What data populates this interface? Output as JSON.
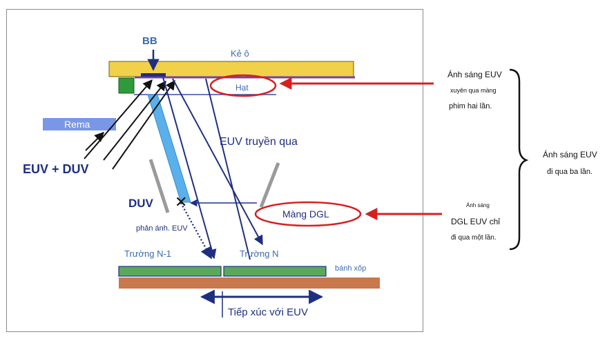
{
  "diagram": {
    "labels": {
      "bb": "BB",
      "ke_o": "Kẻ ô",
      "hat": "Hạt",
      "rema": "Rema",
      "euv_duv": "EUV + DUV",
      "euv_truyen_qua": "EUV truyền qua",
      "duv": "DUV",
      "phan_anh_euv": "phản ánh. EUV",
      "mang_dgl": "Màng DGL",
      "truong_n1": "Trường N-1",
      "truong_n": "Trường N",
      "banh_xop": "bánh xốp",
      "tiep_xuc": "Tiếp xúc với EUV"
    },
    "notes": {
      "top": [
        "Ánh sáng EUV",
        "xuyên qua màng",
        "phim hai lần."
      ],
      "right": [
        "Ánh sáng EUV",
        "đi qua ba lần."
      ],
      "bottom": [
        "Ánh sáng",
        "DGL EUV chỉ",
        "đi qua một lần."
      ]
    },
    "colors": {
      "reticle_yellow": "#f2d14a",
      "euv_arrow": "#1f2f80",
      "callout_red": "#d62020",
      "duv_blue": "#5ab0ea",
      "rema": "#7a96e6",
      "wafer_field": "#5aa85a",
      "wafer": "#c8784a",
      "pellicle_grey": "#9a9a9a"
    }
  }
}
